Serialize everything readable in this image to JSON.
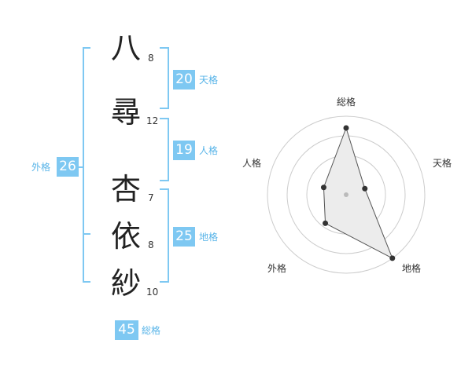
{
  "name": {
    "chars": [
      {
        "char": "八",
        "strokes": "8"
      },
      {
        "char": "尋",
        "strokes": "12"
      },
      {
        "char": "杏",
        "strokes": "7"
      },
      {
        "char": "依",
        "strokes": "8"
      },
      {
        "char": "紗",
        "strokes": "10"
      }
    ]
  },
  "fortune": {
    "ten": {
      "value": "20",
      "label": "天格"
    },
    "jin": {
      "value": "19",
      "label": "人格"
    },
    "chi": {
      "value": "25",
      "label": "地格"
    },
    "gai": {
      "value": "26",
      "label": "外格"
    },
    "sou": {
      "value": "45",
      "label": "総格"
    }
  },
  "chart_data": {
    "type": "radar",
    "axes": [
      "総格",
      "天格",
      "地格",
      "外格",
      "人格"
    ],
    "values": [
      0.85,
      0.25,
      1.0,
      0.45,
      0.3
    ],
    "rings": 4,
    "colors": {
      "accent": "#7ec8f2",
      "fill": "#ececec",
      "line": "#555555",
      "point": "#333333",
      "grid": "#cccccc"
    }
  }
}
